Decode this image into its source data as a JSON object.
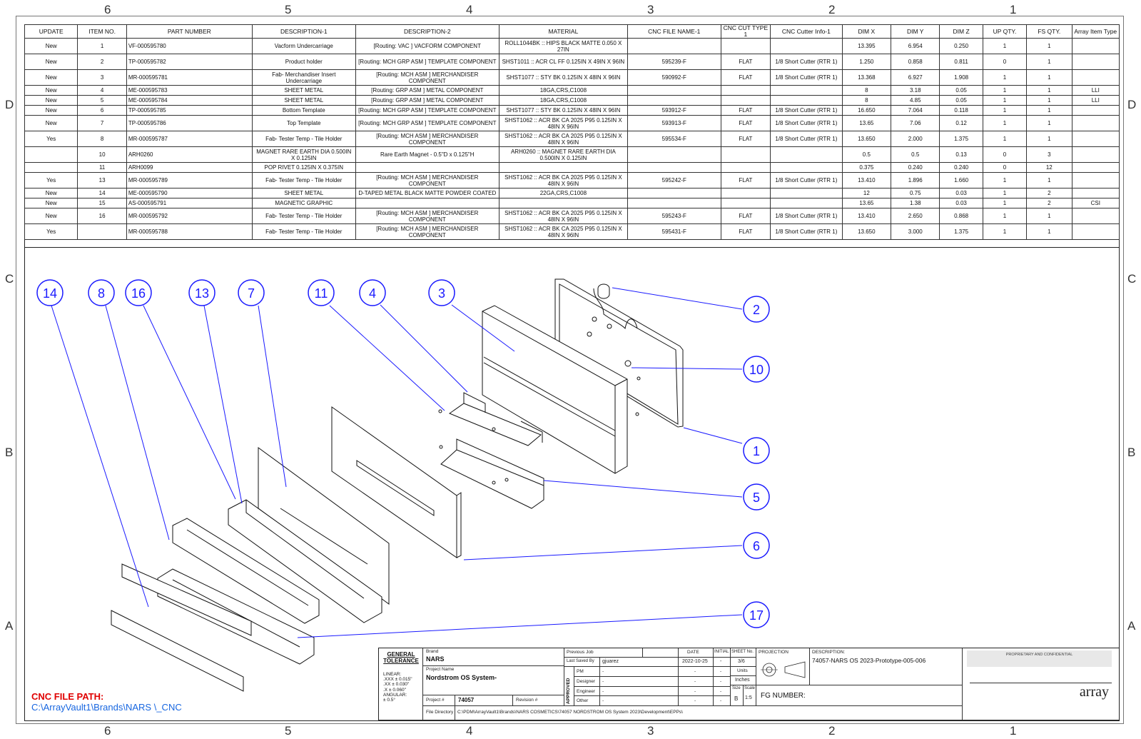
{
  "zones": {
    "top": [
      "6",
      "5",
      "4",
      "3",
      "2",
      "1"
    ],
    "side": [
      "D",
      "C",
      "B",
      "A"
    ]
  },
  "bom": {
    "headers": [
      "UPDATE",
      "ITEM NO.",
      "PART NUMBER",
      "DESCRIPTION-1",
      "DESCRIPTION-2",
      "MATERIAL",
      "CNC FILE NAME-1",
      "CNC CUT TYPE 1",
      "CNC Cutter Info-1",
      "DIM X",
      "DIM Y",
      "DIM Z",
      "UP QTY.",
      "FS QTY.",
      "Array Item Type"
    ],
    "rows": [
      [
        "New",
        "1",
        "VF-000595780",
        "Vacform Undercarriage",
        "[Routing: VAC ] VACFORM COMPONENT",
        "ROLL1044BK :: HIPS BLACK MATTE 0.050 X 27IN",
        "",
        "",
        "",
        "13.395",
        "6.954",
        "0.250",
        "1",
        "1",
        ""
      ],
      [
        "New",
        "2",
        "TP-000595782",
        "Product holder",
        "[Routing: MCH GRP ASM ] TEMPLATE COMPONENT",
        "SHST1011 :: ACR CL FF 0.125IN X 49IN X 96IN",
        "595239-F",
        "FLAT",
        "1/8 Short Cutter (RTR 1)",
        "1.250",
        "0.858",
        "0.811",
        "0",
        "1",
        ""
      ],
      [
        "New",
        "3",
        "MR-000595781",
        "Fab- Merchandiser Insert Undercarriage",
        "[Routing: MCH ASM ] MERCHANDISER COMPONENT",
        "SHST1077 :: STY BK 0.125IN X 48IN X 96IN",
        "590992-F",
        "FLAT",
        "1/8 Short Cutter (RTR 1)",
        "13.368",
        "6.927",
        "1.908",
        "1",
        "1",
        ""
      ],
      [
        "New",
        "4",
        "ME-000595783",
        "SHEET METAL",
        "[Routing: GRP ASM ] METAL COMPONENT",
        "18GA,CRS,C1008",
        "",
        "",
        "",
        "8",
        "3.18",
        "0.05",
        "1",
        "1",
        "LLI"
      ],
      [
        "New",
        "5",
        "ME-000595784",
        "SHEET METAL",
        "[Routing: GRP ASM ] METAL COMPONENT",
        "18GA,CRS,C1008",
        "",
        "",
        "",
        "8",
        "4.85",
        "0.05",
        "1",
        "1",
        "LLI"
      ],
      [
        "New",
        "6",
        "TP-000595785",
        "Bottom Template",
        "[Routing: MCH GRP ASM ] TEMPLATE COMPONENT",
        "SHST1077 :: STY BK 0.125IN X 48IN X 96IN",
        "593912-F",
        "FLAT",
        "1/8 Short Cutter (RTR 1)",
        "16.650",
        "7.064",
        "0.118",
        "1",
        "1",
        ""
      ],
      [
        "New",
        "7",
        "TP-000595786",
        "Top Template",
        "[Routing: MCH GRP ASM ] TEMPLATE COMPONENT",
        "SHST1062 :: ACR BK CA 2025 P95 0.125IN X 48IN X 96IN",
        "593913-F",
        "FLAT",
        "1/8 Short Cutter (RTR 1)",
        "13.65",
        "7.06",
        "0.12",
        "1",
        "1",
        ""
      ],
      [
        "Yes",
        "8",
        "MR-000595787",
        "Fab- Tester Temp - Tile Holder",
        "[Routing: MCH ASM ] MERCHANDISER COMPONENT",
        "SHST1062 :: ACR BK CA 2025 P95 0.125IN X 48IN X 96IN",
        "595534-F",
        "FLAT",
        "1/8 Short Cutter (RTR 1)",
        "13.650",
        "2.000",
        "1.375",
        "1",
        "1",
        ""
      ],
      [
        "",
        "10",
        "ARH0260",
        "MAGNET RARE EARTH DIA 0.500IN X 0.125IN",
        "Rare Earth Magnet - 0.5\"D x 0.125\"H",
        "ARH0260 :: MAGNET RARE EARTH DIA 0.500IN X 0.125IN",
        "",
        "",
        "",
        "0.5",
        "0.5",
        "0.13",
        "0",
        "3",
        ""
      ],
      [
        "",
        "11",
        "ARH0099",
        "POP RIVET 0.125IN X 0.375IN",
        "",
        "",
        "",
        "",
        "",
        "0.375",
        "0.240",
        "0.240",
        "0",
        "12",
        ""
      ],
      [
        "Yes",
        "13",
        "MR-000595789",
        "Fab- Tester Temp - Tile Holder",
        "[Routing: MCH ASM ] MERCHANDISER COMPONENT",
        "SHST1062 :: ACR BK CA 2025 P95 0.125IN X 48IN X 96IN",
        "595242-F",
        "FLAT",
        "1/8 Short Cutter (RTR 1)",
        "13.410",
        "1.896",
        "1.660",
        "1",
        "1",
        ""
      ],
      [
        "New",
        "14",
        "ME-000595790",
        "SHEET METAL",
        "D-TAPED METAL BLACK MATTE POWDER COATED",
        "22GA,CRS,C1008",
        "",
        "",
        "",
        "12",
        "0.75",
        "0.03",
        "1",
        "2",
        ""
      ],
      [
        "New",
        "15",
        "AS-000595791",
        "MAGNETIC GRAPHIC",
        "",
        "",
        "",
        "",
        "",
        "13.65",
        "1.38",
        "0.03",
        "1",
        "2",
        "CSI"
      ],
      [
        "New",
        "16",
        "MR-000595792",
        "Fab- Tester Temp - Tile Holder",
        "[Routing: MCH ASM ] MERCHANDISER COMPONENT",
        "SHST1062 :: ACR BK CA 2025 P95 0.125IN X 48IN X 96IN",
        "595243-F",
        "FLAT",
        "1/8 Short Cutter (RTR 1)",
        "13.410",
        "2.650",
        "0.868",
        "1",
        "1",
        ""
      ],
      [
        "Yes",
        "",
        "MR-000595788",
        "Fab- Tester Temp - Tile Holder",
        "[Routing: MCH ASM ] MERCHANDISER COMPONENT",
        "SHST1062 :: ACR BK CA 2025 P95 0.125IN X 48IN X 96IN",
        "595431-F",
        "FLAT",
        "1/8 Short Cutter (RTR 1)",
        "13.650",
        "3.000",
        "1.375",
        "1",
        "1",
        ""
      ]
    ]
  },
  "balloons": {
    "b14": "14",
    "b8": "8",
    "b16": "16",
    "b13": "13",
    "b7": "7",
    "b11": "11",
    "b4": "4",
    "b3": "3",
    "b2": "2",
    "b10": "10",
    "b1": "1",
    "b5": "5",
    "b6": "6",
    "b17": "17"
  },
  "cnc": {
    "title": "CNC FILE PATH:",
    "path": "C:\\ArrayVault1\\Brands\\NARS \\_CNC"
  },
  "title_block": {
    "general_tolerance": "GENERAL TOLERANCE",
    "tolerances": [
      "LINEAR:",
      ".XXX ± 0.015\"",
      ".XX ± 0.030\"",
      ".X ± 0.060\"",
      "ANGULAR:",
      "± 0.5°"
    ],
    "brand_label": "Brand",
    "brand": "NARS",
    "project_name_label": "Project Name",
    "project_name": "Nordstrom OS System-",
    "project_no_label": "Project #",
    "project_no": "74057",
    "revision_label": "Revision #",
    "revision": "",
    "file_dir_label": "File Directory",
    "file_dir": "C:\\PDM\\ArrayVault1\\Brands\\NARS COSMETICS\\74057 NORDSTROM OS System 2023\\Development\\EPPs\\",
    "approved": "APPROVED",
    "prev_job_label": "Previous Job",
    "last_saved_label": "Last Saved By",
    "last_saved": "gjuarez",
    "date_header": "DATE",
    "initial_header": "INITIAL",
    "last_saved_date": "2022-10-25",
    "last_saved_initial": "-",
    "roles": [
      {
        "role": "PM",
        "name": "-",
        "date": "-",
        "initial": "-"
      },
      {
        "role": "Designer",
        "name": "-",
        "date": "-",
        "initial": "-"
      },
      {
        "role": "Engineer",
        "name": "-",
        "date": "-",
        "initial": "-"
      },
      {
        "role": "Other",
        "name": "-",
        "date": "-",
        "initial": "-"
      }
    ],
    "sheet_label": "SHEET No.",
    "sheet": "3/6",
    "units_label": "Units",
    "units": "Inches",
    "size_label": "Size",
    "size": "B",
    "scale_label": "Scale",
    "scale": "1:5",
    "projection_label": "PROJECTION",
    "description_label": "DESCRIPTION:",
    "description": "74057-NARS OS 2023-Prototype-005-006",
    "fg_label": "FG NUMBER:",
    "company_logo": "array",
    "company_notice": "PROPRIETARY AND CONFIDENTIAL"
  }
}
